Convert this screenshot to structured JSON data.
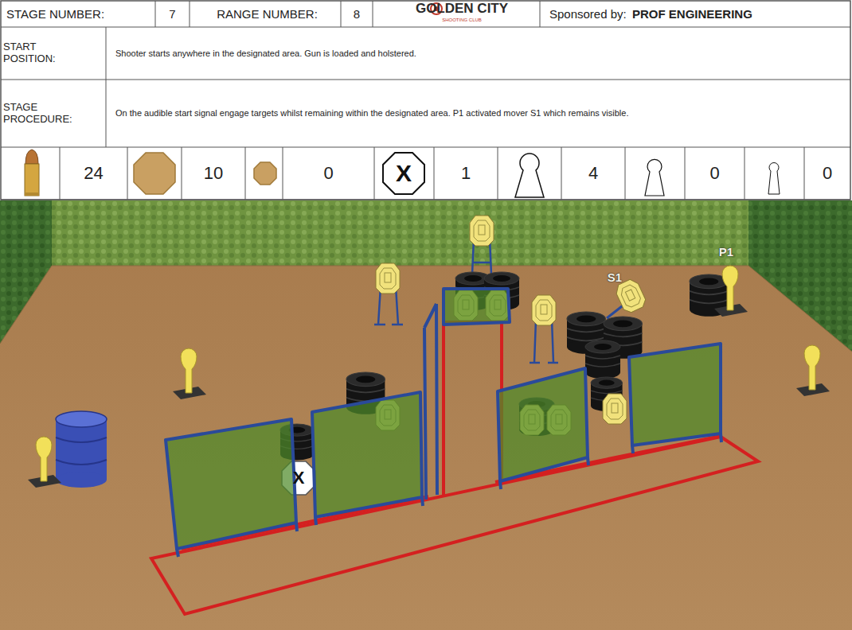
{
  "diagram": {
    "labels": [
      "STAGE NUMBER:",
      "7",
      "RANGE NUMBER:",
      "8",
      "GOLDEN CITY",
      "SHOOTING CLUB",
      "Sponsored by:",
      "PROF ENGINEERING",
      "START POSITION:",
      "Shooter starts anywhere in the designated area. Gun is loaded and holstered.",
      "STAGE PROCEDURE:",
      "On the audible start signal engage targets whilst remaining within the designated area. P1 activated mover S1 which remains visible.",
      "24",
      "10",
      "0",
      "X",
      "1",
      "4",
      "0",
      "0",
      "X",
      "S1",
      "P1"
    ]
  }
}
